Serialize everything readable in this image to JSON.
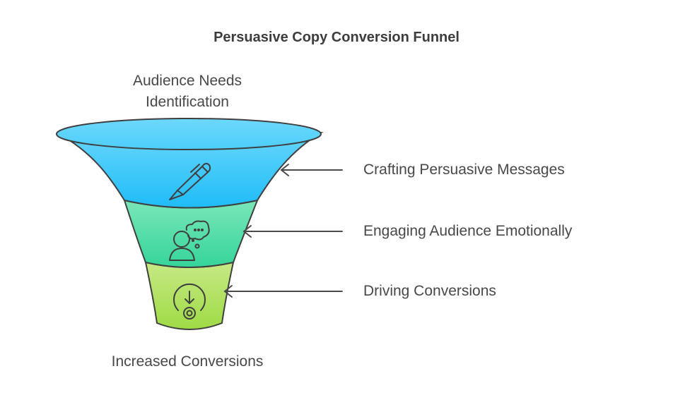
{
  "title": "Persuasive Copy Conversion Funnel",
  "top_label": {
    "line1": "Audience Needs",
    "line2": "Identification"
  },
  "bottom_label": "Increased Conversions",
  "stages": [
    {
      "label": "Crafting Persuasive Messages",
      "icon": "pen-icon",
      "color_top": "#66d6fb",
      "color_bottom": "#1fbcf8"
    },
    {
      "label": "Engaging Audience Emotionally",
      "icon": "person-thought-icon",
      "color_top": "#6ee3b2",
      "color_bottom": "#35d59a"
    },
    {
      "label": "Driving Conversions",
      "icon": "conversion-target-icon",
      "color_top": "#bde67a",
      "color_bottom": "#9fdb45"
    }
  ],
  "stroke_color": "#3f3f3f"
}
